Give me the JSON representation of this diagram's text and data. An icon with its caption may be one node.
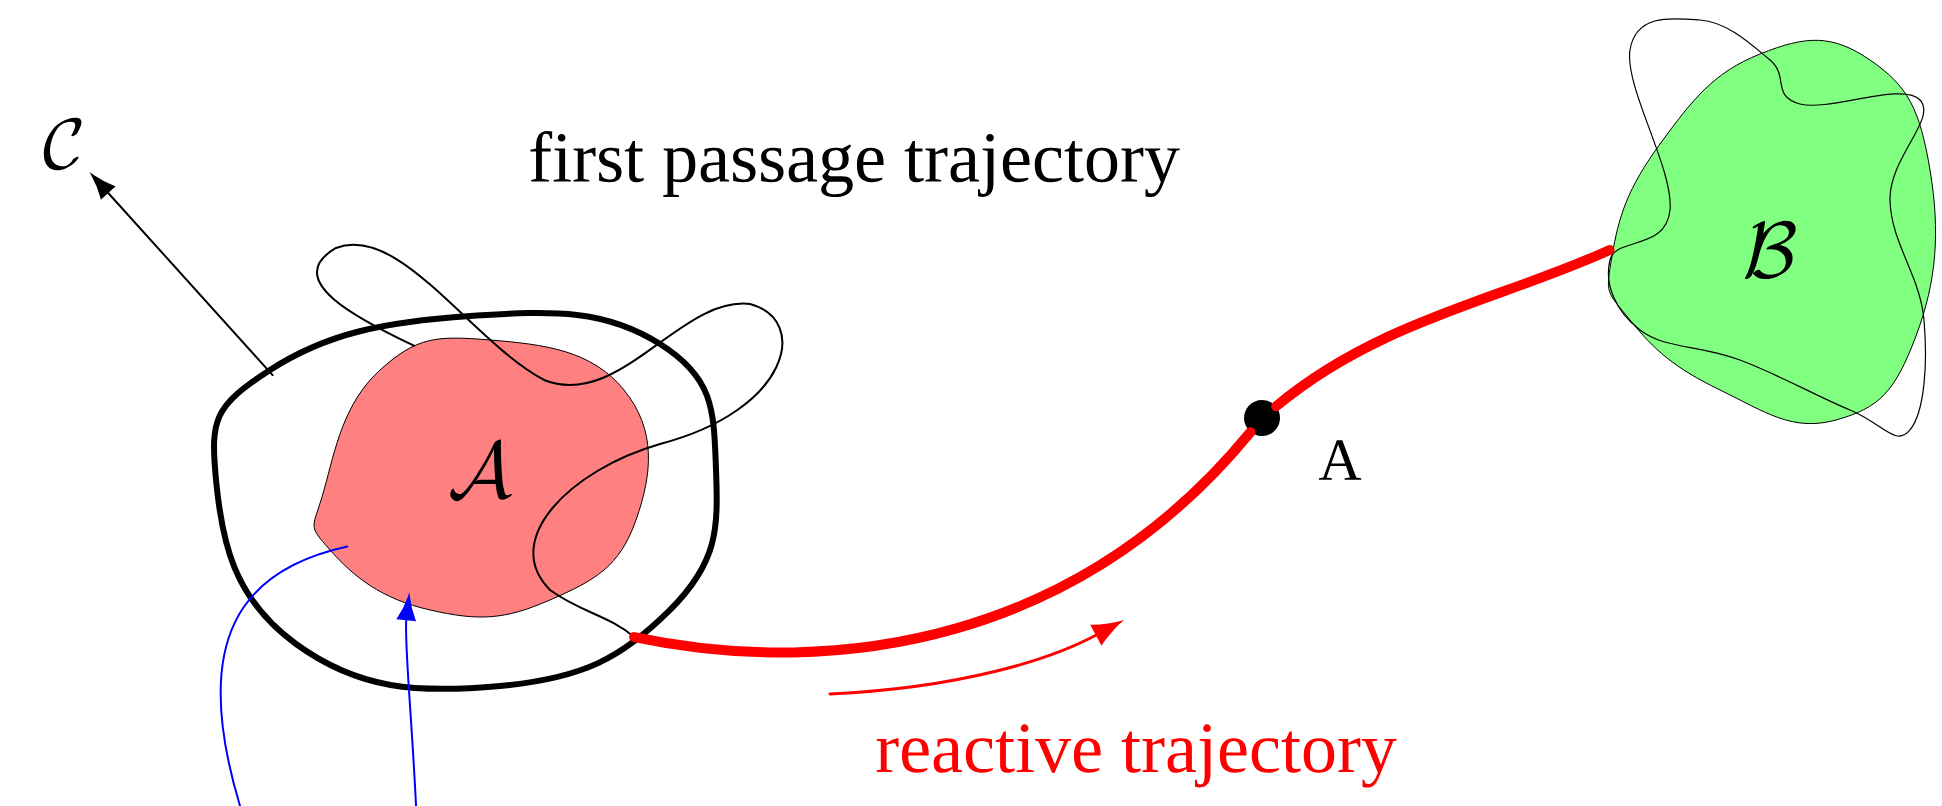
{
  "diagram": {
    "nodes": [
      {
        "text": [
          "\\mathcal{C}"
        ]
      },
      {
        "text": [],
        "shape": "circle"
      },
      {
        "text": [
          "\\mathcal{A}"
        ],
        "in": 1
      },
      {
        "text": [],
        "shape": "circle",
        "beside": [
          "A"
        ]
      },
      {
        "text": [
          "\\mathcal{B}"
        ]
      }
    ],
    "edges": [
      {
        "from": 1,
        "to": 0,
        "arrow": "to"
      },
      {
        "from": 2,
        "to": 1,
        "arrow": "none"
      },
      {
        "from": null,
        "to": 2,
        "arrow": "none",
        "color": "#0000ff"
      },
      {
        "from": null,
        "to": 2,
        "arrow": "to",
        "color": "#0000ff"
      },
      {
        "from": 1,
        "to": 3,
        "arrow": "none",
        "style": "thick",
        "color": "#ff0000"
      },
      {
        "from": 3,
        "to": 4,
        "arrow": "none",
        "style": "thick",
        "color": "#ff0000"
      }
    ],
    "labels": [
      "first passage trajectory",
      "reactive trajectory"
    ]
  }
}
